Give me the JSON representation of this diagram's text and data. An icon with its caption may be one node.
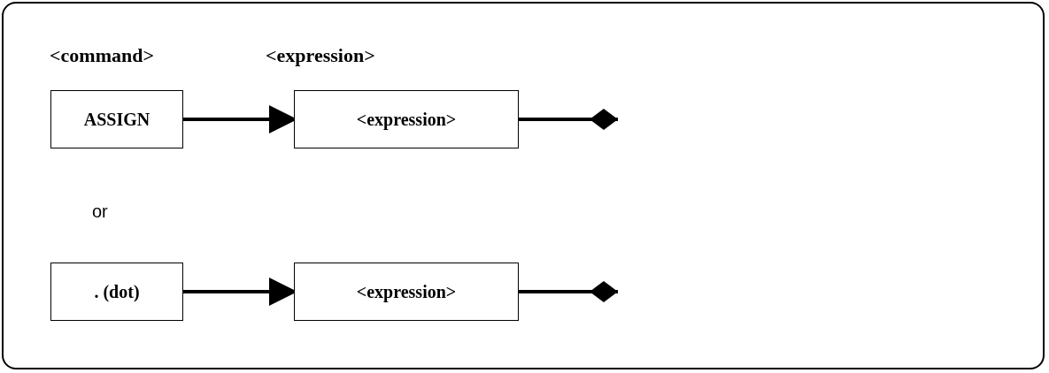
{
  "diagram": {
    "nodes": [
      {
        "text": [],
        "shape": "box"
      },
      {
        "text": [
          "ASSIGN"
        ],
        "in": 0
      },
      {
        "text": [
          "<expression>"
        ],
        "in": 0
      },
      {
        "text": [
          ". (dot)"
        ],
        "in": 0
      },
      {
        "text": [
          "<expression>"
        ],
        "in": 0
      }
    ],
    "edges": [
      {
        "from": 1,
        "to": 2,
        "arrow": "to"
      },
      {
        "from": 2,
        "to": null,
        "arrow": "other"
      },
      {
        "from": 3,
        "to": 4,
        "arrow": "to"
      },
      {
        "from": 4,
        "to": null,
        "arrow": "other"
      }
    ],
    "labels": [
      "<command>",
      "<expression>",
      "or"
    ]
  }
}
